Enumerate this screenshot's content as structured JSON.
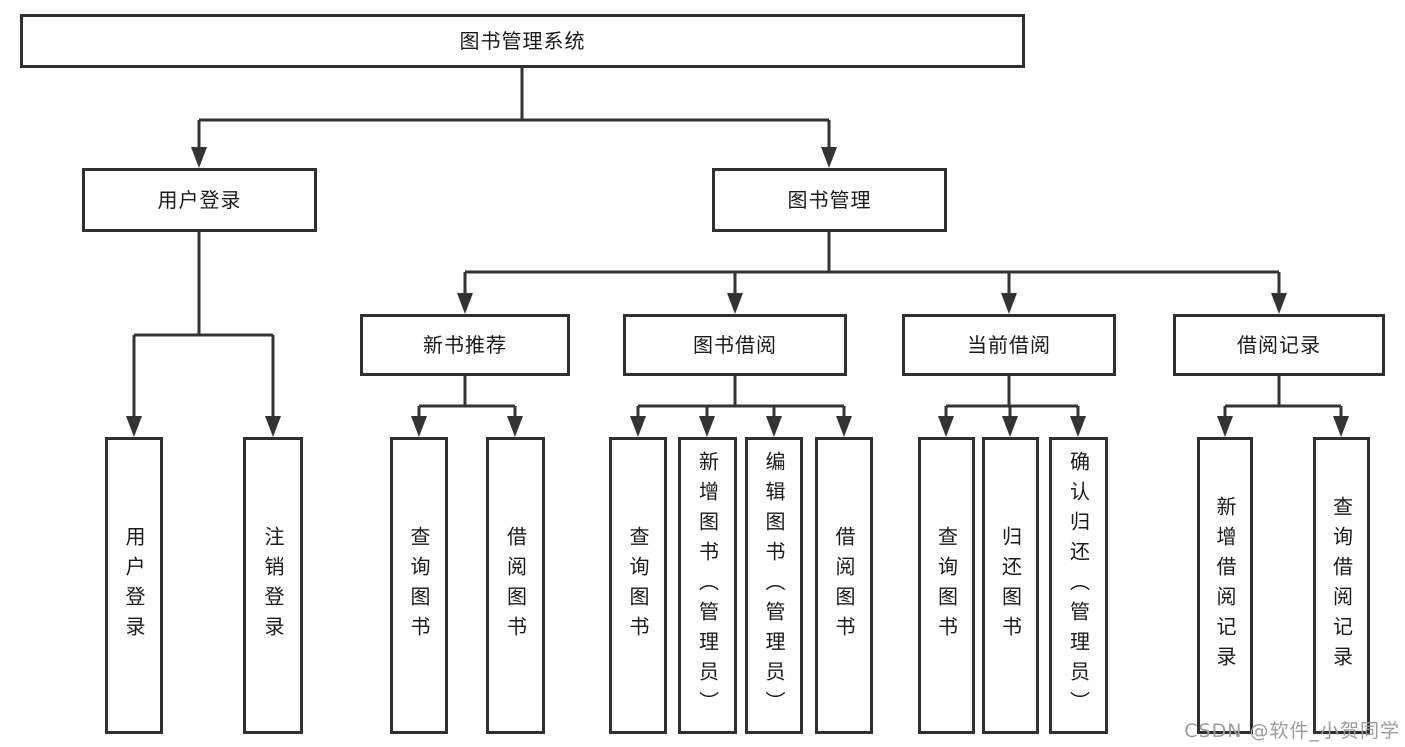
{
  "diagram_type": "hierarchy-tree",
  "tree": {
    "label": "图书管理系统",
    "children": [
      {
        "label": "用户登录",
        "children": [
          {
            "label": "用户登录"
          },
          {
            "label": "注销登录"
          }
        ]
      },
      {
        "label": "图书管理",
        "children": [
          {
            "label": "新书推荐",
            "children": [
              {
                "label": "查询图书"
              },
              {
                "label": "借阅图书"
              }
            ]
          },
          {
            "label": "图书借阅",
            "children": [
              {
                "label": "查询图书"
              },
              {
                "label": "新增图书（管理员）"
              },
              {
                "label": "编辑图书（管理员）"
              },
              {
                "label": "借阅图书"
              }
            ]
          },
          {
            "label": "当前借阅",
            "children": [
              {
                "label": "查询图书"
              },
              {
                "label": "归还图书"
              },
              {
                "label": "确认归还（管理员）"
              }
            ]
          },
          {
            "label": "借阅记录",
            "children": [
              {
                "label": "新增借阅记录"
              },
              {
                "label": "查询借阅记录"
              }
            ]
          }
        ]
      }
    ]
  },
  "watermark": {
    "text": "CSDN @软件_小贺同学"
  },
  "colors": {
    "background": "#ffffff",
    "line": "#333333",
    "box_border": "#2f2f2f",
    "text": "#1a1a1a",
    "watermark": "#9c9c9c"
  }
}
